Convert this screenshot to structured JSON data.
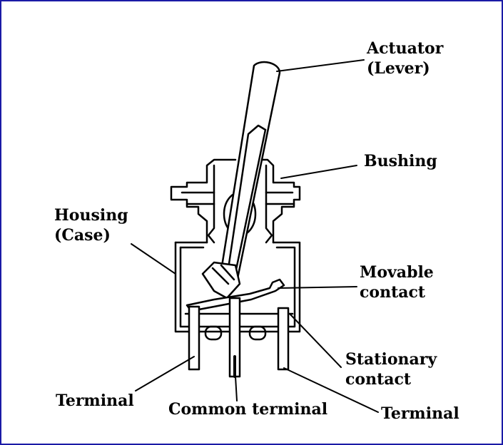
{
  "labels": {
    "actuator": {
      "line1": "Actuator",
      "line2": "(Lever)"
    },
    "bushing": "Bushing",
    "housing": {
      "line1": "Housing",
      "line2": "(Case)"
    },
    "movable": {
      "line1": "Movable",
      "line2": "contact"
    },
    "stationary": {
      "line1": "Stationary",
      "line2": "contact"
    },
    "terminal_left": "Terminal",
    "common_terminal": "Common terminal",
    "terminal_right": "Terminal"
  },
  "colors": {
    "frame_border": "#1a1aa6",
    "ink": "#000000"
  }
}
